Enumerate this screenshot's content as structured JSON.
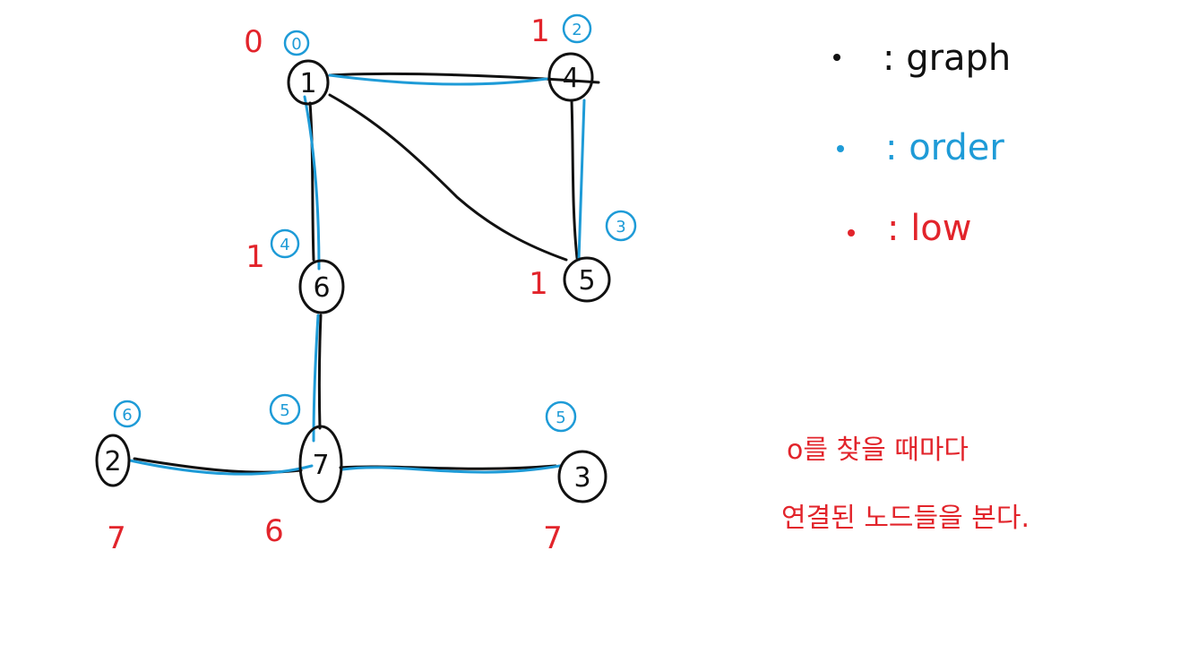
{
  "colors": {
    "graph": "#111111",
    "order": "#1e9bd7",
    "low": "#e2242b"
  },
  "nodes": [
    {
      "id": "1",
      "label": "1",
      "order": "0",
      "low": "0"
    },
    {
      "id": "4",
      "label": "4",
      "order": "2",
      "low": "1"
    },
    {
      "id": "5",
      "label": "5",
      "order": "3",
      "low": "1"
    },
    {
      "id": "6",
      "label": "6",
      "order": "4",
      "low": "1"
    },
    {
      "id": "7",
      "label": "7",
      "order": "5",
      "low": "6"
    },
    {
      "id": "2",
      "label": "2",
      "order": "6",
      "low": "7"
    },
    {
      "id": "3",
      "label": "3",
      "order": "5",
      "low": "7"
    }
  ],
  "edges": [
    [
      "1",
      "4"
    ],
    [
      "1",
      "5"
    ],
    [
      "4",
      "5"
    ],
    [
      "1",
      "6"
    ],
    [
      "6",
      "7"
    ],
    [
      "7",
      "2"
    ],
    [
      "7",
      "3"
    ]
  ],
  "legend": {
    "graph": {
      "label": ": graph"
    },
    "order": {
      "label": ": order"
    },
    "low": {
      "label": ": low"
    }
  },
  "note": {
    "line1": "o를 찾을 때마다",
    "line2": "연결된 노드들을 본다."
  }
}
